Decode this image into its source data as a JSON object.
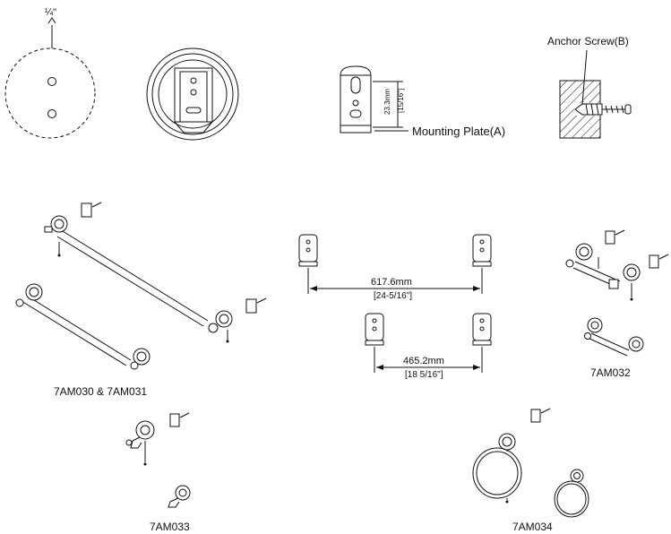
{
  "drill_template": {
    "size_label": "¼\""
  },
  "mounting_plate": {
    "height_mm": "23.3mm",
    "height_in": "[15/16\"]",
    "label": "Mounting Plate(A)"
  },
  "anchor": {
    "label": "Anchor Screw(B)"
  },
  "spacing": {
    "upper_mm": "617.6mm",
    "upper_in": "[24-5/16\"]",
    "lower_mm": "465.2mm",
    "lower_in": "[18 5/16\"]"
  },
  "products": {
    "towel_bars": "7AM030 & 7AM031",
    "paper_holder": "7AM032",
    "robe_hook": "7AM033",
    "towel_ring": "7AM034"
  },
  "colors": {
    "line": "#111111",
    "background": "#ffffff"
  }
}
